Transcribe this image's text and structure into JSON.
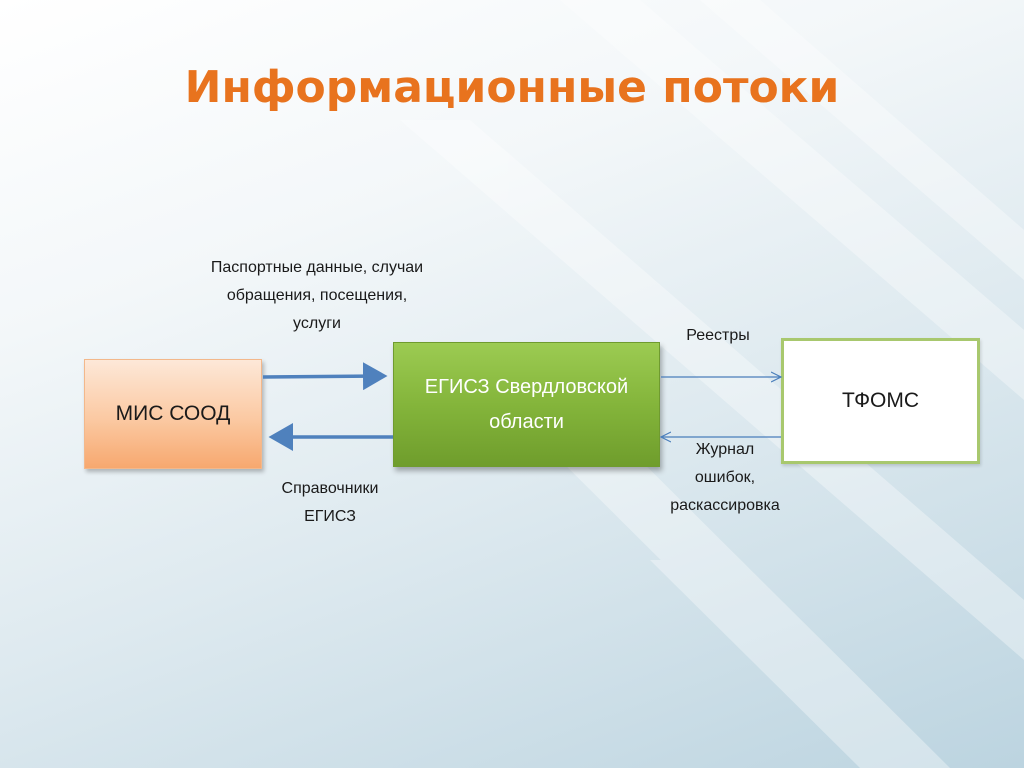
{
  "slide": {
    "title": "Информационные потоки"
  },
  "nodes": {
    "mis": {
      "label": "МИС СООД"
    },
    "egisz": {
      "label": "ЕГИСЗ Свердловской области"
    },
    "tfoms": {
      "label": "ТФОМС"
    }
  },
  "flows": {
    "passport": {
      "label": "Паспортные данные, случаи\nобращения, посещения,\nуслуги"
    },
    "reference": {
      "label": "Справочники\nЕГИСЗ"
    },
    "registry": {
      "label": "Реестры"
    },
    "journal": {
      "label": "Журнал\nошибок,\nраскассировка"
    }
  },
  "colors": {
    "title": "#e8731e",
    "thick_arrow": "#4f81bd",
    "thin_arrow": "#4a7ebb",
    "egisz_fill": "#84b53b",
    "mis_fill": "#fbc9a2",
    "tfoms_border": "#a8c86e"
  }
}
